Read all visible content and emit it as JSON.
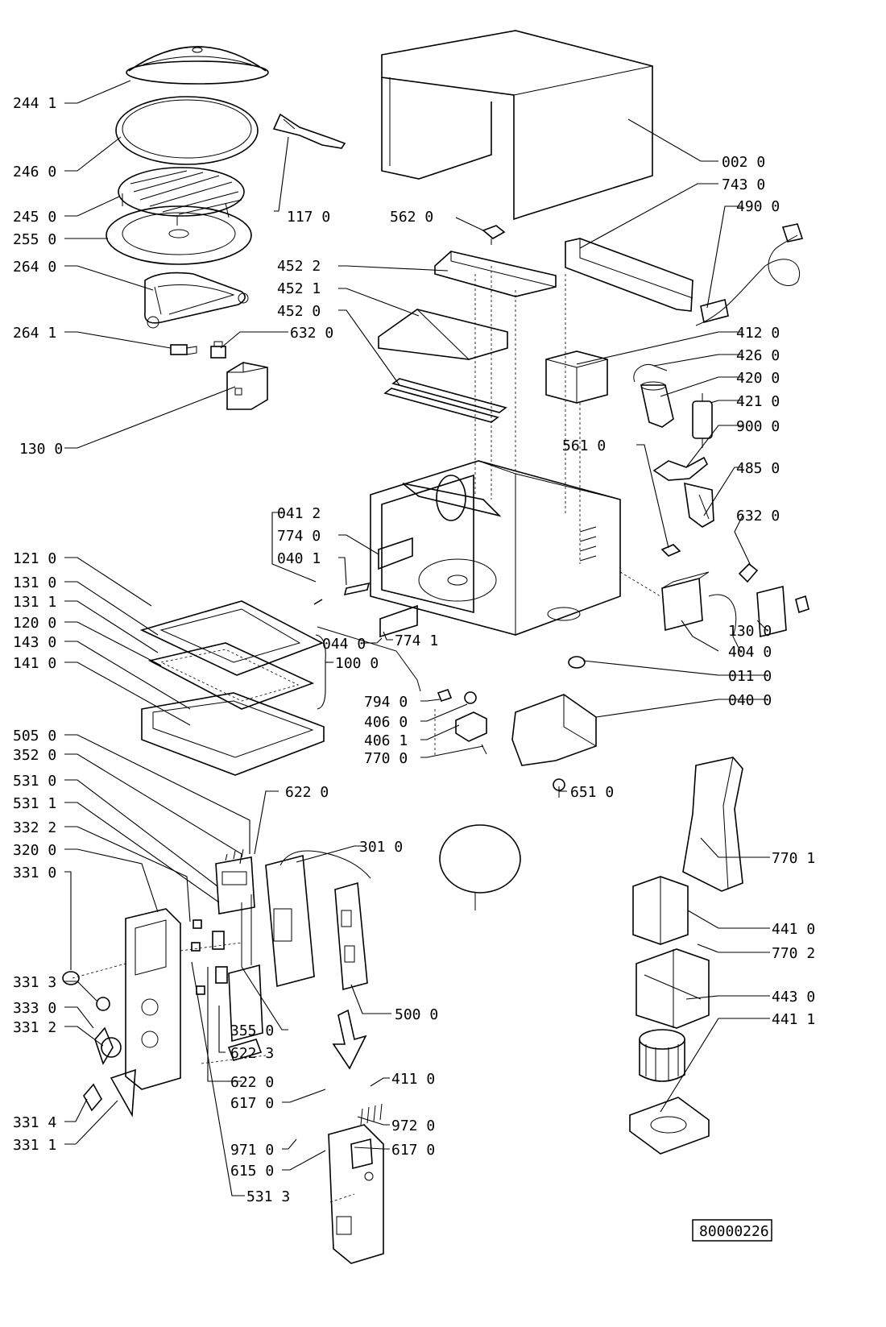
{
  "document_code": "80000226",
  "labels": [
    "244 1",
    "246 0",
    "245 0",
    "255 0",
    "264 0",
    "264 1",
    "632 0",
    "130 0",
    "117 0",
    "562 0",
    "002 0",
    "743 0",
    "490 0",
    "452 2",
    "452 1",
    "452 0",
    "412 0",
    "426 0",
    "420 0",
    "421 0",
    "900 0",
    "561 0",
    "485 0",
    "632 0",
    "041 2",
    "774 0",
    "040 1",
    "121 0",
    "131 0",
    "131 1",
    "120 0",
    "143 0",
    "141 0",
    "100 0",
    "044 0",
    "774 1",
    "130 0",
    "404 0",
    "011 0",
    "040 0",
    "794 0",
    "406 0",
    "406 1",
    "770 0",
    "651 0",
    "505 0",
    "352 0",
    "531 0",
    "531 1",
    "332 2",
    "320 0",
    "331 0",
    "331 3",
    "333 0",
    "331 2",
    "331 4",
    "331 1",
    "622 0",
    "301 0",
    "355 0",
    "622 3",
    "622 0",
    "617 0",
    "411 0",
    "972 0",
    "971 0",
    "617 0",
    "615 0",
    "531 3",
    "500 0",
    "770 1",
    "441 0",
    "770 2",
    "443 0",
    "441 1"
  ]
}
